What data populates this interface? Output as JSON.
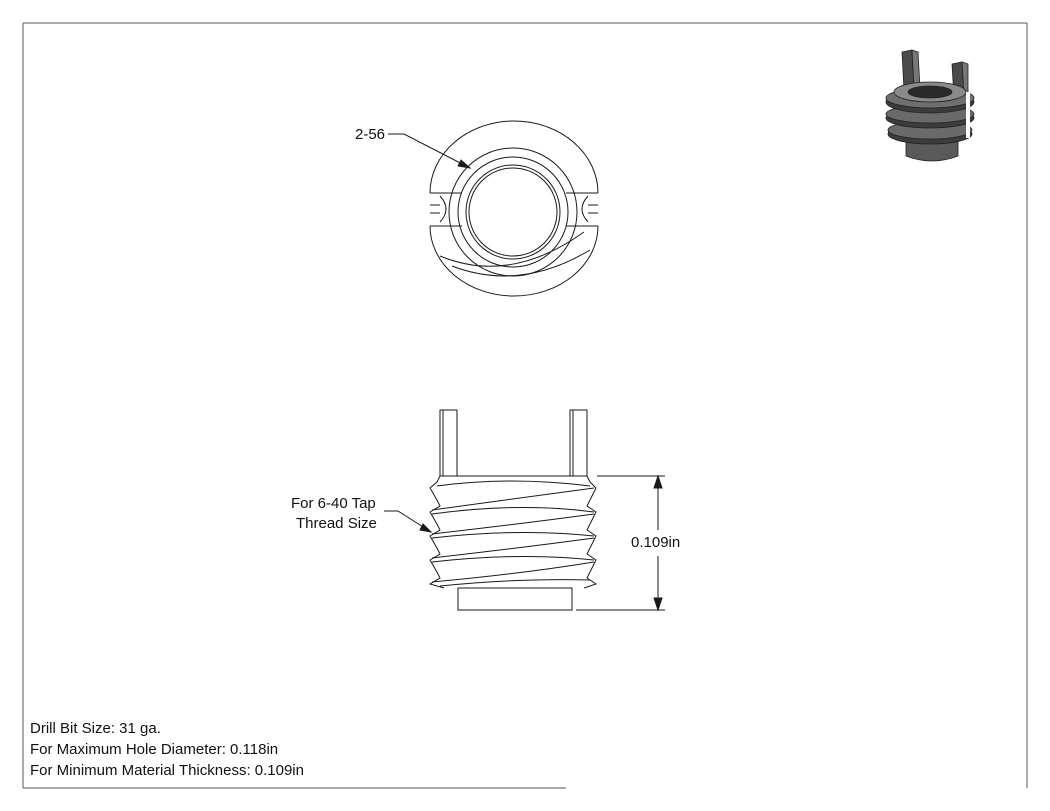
{
  "callouts": {
    "top_thread": "2-56",
    "tap_line1": "For 6-40 Tap",
    "tap_line2": "Thread Size",
    "height_dim": "0.109in"
  },
  "notes": {
    "drill_bit": "Drill Bit Size: 31 ga.",
    "max_hole": "For Maximum Hole Diameter: 0.118in",
    "min_thickness": "For Minimum Material Thickness: 0.109in"
  },
  "colors": {
    "line": "#1a1a1a",
    "frame": "#555555",
    "shade_dark": "#3a3a3a",
    "shade_mid": "#6a6a6a"
  }
}
